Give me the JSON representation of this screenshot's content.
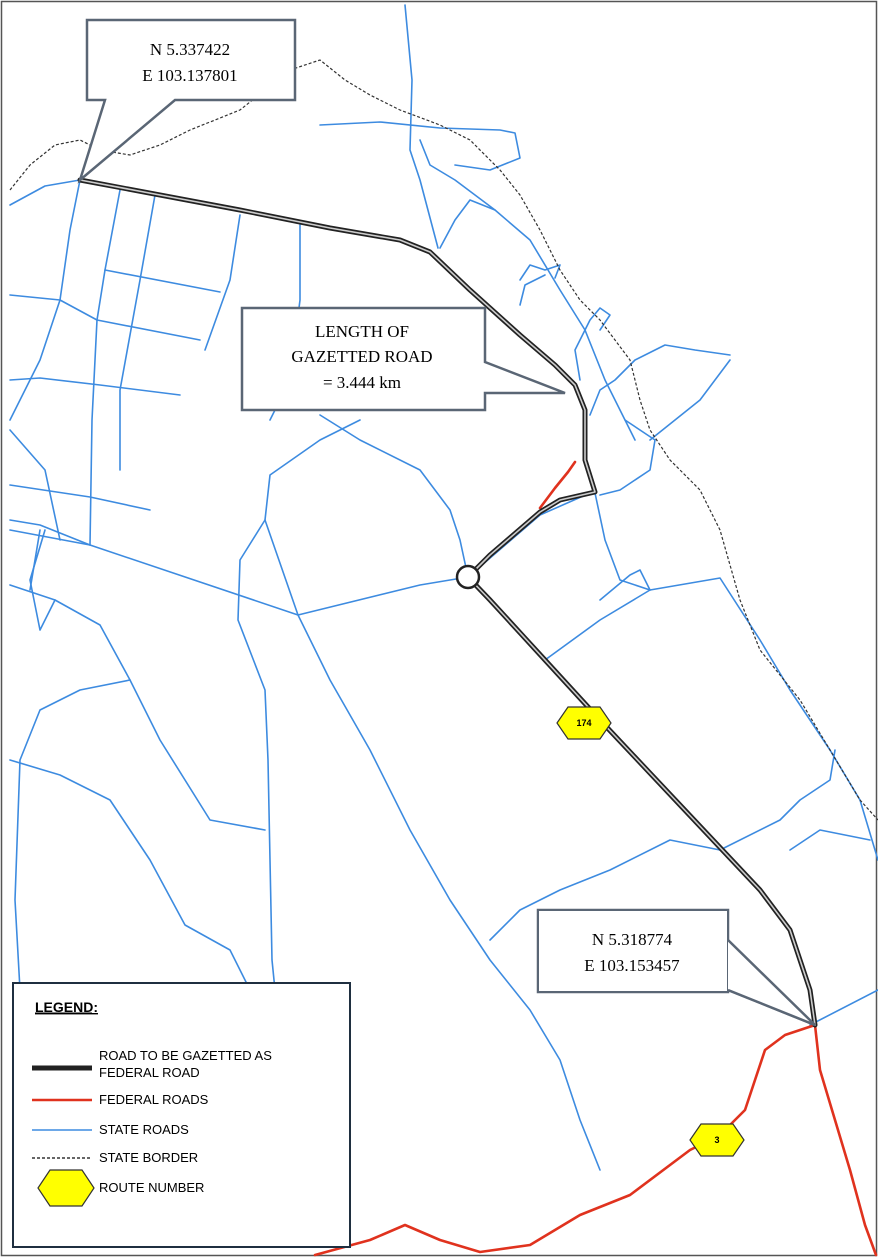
{
  "callouts": {
    "start": {
      "lat": "N 5.337422",
      "lon": "E 103.137801"
    },
    "length": {
      "line1": "LENGTH OF",
      "line2": "GAZETTED ROAD",
      "line3": "= 3.444 km"
    },
    "end": {
      "lat": "N 5.318774",
      "lon": "E 103.153457"
    }
  },
  "route_shields": [
    {
      "number": "174",
      "color": "#ffff00"
    },
    {
      "number": "3",
      "color": "#ffff00"
    }
  ],
  "legend": {
    "title": "LEGEND:",
    "items": [
      {
        "label_line1": "ROAD TO BE GAZETTED AS",
        "label_line2": "FEDERAL ROAD",
        "color": "#000000"
      },
      {
        "label": "FEDERAL ROADS",
        "color": "#e0321e"
      },
      {
        "label": "STATE ROADS",
        "color": "#3d8be0"
      },
      {
        "label": "STATE BORDER",
        "color": "#000000"
      },
      {
        "label": "ROUTE NUMBER",
        "color": "#ffff00"
      }
    ]
  },
  "colors": {
    "state_road": "#3d8be0",
    "federal_road": "#e0321e",
    "gazetted_road": "#000000",
    "border": "#000000"
  }
}
